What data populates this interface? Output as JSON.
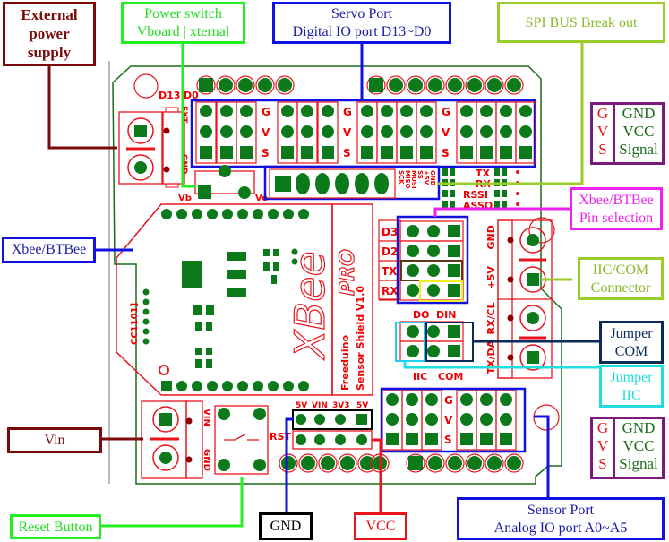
{
  "colors": {
    "board_outline": "#1a6b1a",
    "silkscreen": "#e8141c",
    "pad": "#0c7a1a",
    "servo_blue": "#1010e0",
    "power_green": "#22ee22",
    "spi_lime": "#9acd2a",
    "dark_red": "#7a0a0a",
    "magenta": "#ee22ee",
    "cyan": "#22dddd",
    "navy": "#0a2a5a",
    "purple": "#7a1a7a",
    "yellow": "#eeee22"
  },
  "callouts": {
    "external_power": {
      "line1": "External",
      "line2": "power",
      "line3": "supply"
    },
    "power_switch": {
      "line1": "Power switch",
      "line2": "Vboard  | xternal"
    },
    "servo_port": {
      "line1": "Servo Port",
      "line2": "Digital IO port D13~D0"
    },
    "spi_bus": {
      "line1": "SPI BUS Break out"
    },
    "xbee": {
      "line1": "Xbee/BTBee"
    },
    "xbee_pin_selection": {
      "line1": "Xbee/BTBee",
      "line2": "Pin selection"
    },
    "iic_com_connector": {
      "line1": "IIC/COM",
      "line2": "Connector"
    },
    "jumper_com": {
      "line1": "Jumper",
      "line2": "COM"
    },
    "jumper_iic": {
      "line1": "Jumper",
      "line2": "IIC"
    },
    "vin": {
      "line1": "Vin"
    },
    "reset_button": {
      "line1": "Reset Button"
    },
    "gnd": {
      "line1": "GND"
    },
    "vcc": {
      "line1": "VCC"
    },
    "sensor_port": {
      "line1": "Sensor Port",
      "line2": "Analog IO port A0~A5"
    }
  },
  "legend_top": {
    "rows": [
      {
        "key": "G",
        "value": "GND"
      },
      {
        "key": "V",
        "value": "VCC"
      },
      {
        "key": "S",
        "value": "Signal"
      }
    ]
  },
  "legend_bottom": {
    "rows": [
      {
        "key": "G",
        "value": "GND"
      },
      {
        "key": "V",
        "value": "VCC"
      },
      {
        "key": "S",
        "value": "Signal"
      }
    ]
  },
  "silk": {
    "d13": "D13",
    "d0": "D0",
    "ext": "EXT",
    "gnd_side": "GND",
    "vb": "Vb",
    "ve": "Ve",
    "gvs": [
      "G",
      "V",
      "S"
    ],
    "spi_pins": [
      "SCK",
      "MISO",
      "MOSI",
      "SS",
      "+5V",
      "GND"
    ],
    "xbee_sig": [
      "TX",
      "RX",
      "RSSI",
      "ASSO"
    ],
    "pinsel_rows": [
      "D3",
      "D2",
      "TX",
      "RX"
    ],
    "do": "DO",
    "din": "DIN",
    "iic": "IIC",
    "com": "COM",
    "conn_labels": [
      "GND",
      "+5V",
      "RX/CL",
      "TX/DA"
    ],
    "xbee_logo": "XBee",
    "pro": "PRO",
    "freeduino": "Freeduino",
    "shield": "Sensor Shield V1.0",
    "cc1101": "CC1101]",
    "vin": "VIN",
    "gnd": "GND",
    "rst": "RST",
    "power_header": [
      "5V",
      "VIN",
      "3V3",
      "5V"
    ]
  }
}
